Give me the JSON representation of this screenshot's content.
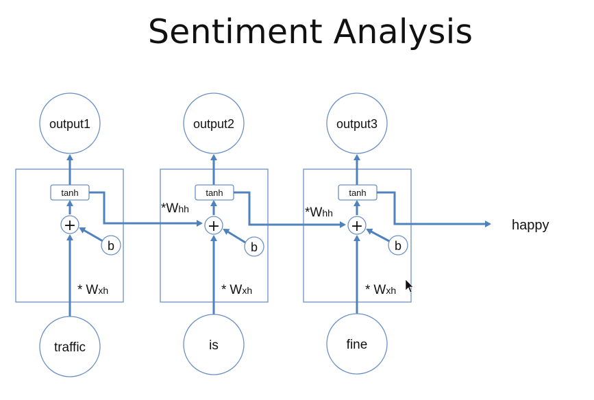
{
  "title": "Sentiment Analysis",
  "cells": [
    {
      "output_label": "output1",
      "input_label": "traffic",
      "activation_label": "tanh",
      "sum_symbol": "+",
      "bias_label": "b",
      "wxh_star": "*",
      "wxh_main": "W",
      "wxh_sub": "xh"
    },
    {
      "output_label": "output2",
      "input_label": "is",
      "activation_label": "tanh",
      "sum_symbol": "+",
      "bias_label": "b",
      "wxh_star": "*",
      "wxh_main": "W",
      "wxh_sub": "xh"
    },
    {
      "output_label": "output3",
      "input_label": "fine",
      "activation_label": "tanh",
      "sum_symbol": "+",
      "bias_label": "b",
      "wxh_star": "*",
      "wxh_main": "W",
      "wxh_sub": "xh"
    }
  ],
  "recurrent_labels": [
    {
      "main": "*W",
      "sub": "hh"
    },
    {
      "main": "*W",
      "sub": "hh"
    }
  ],
  "final_output": "happy",
  "colors": {
    "wire": "#4f81bd",
    "outline": "#6b8fc4",
    "text": "#111111"
  }
}
